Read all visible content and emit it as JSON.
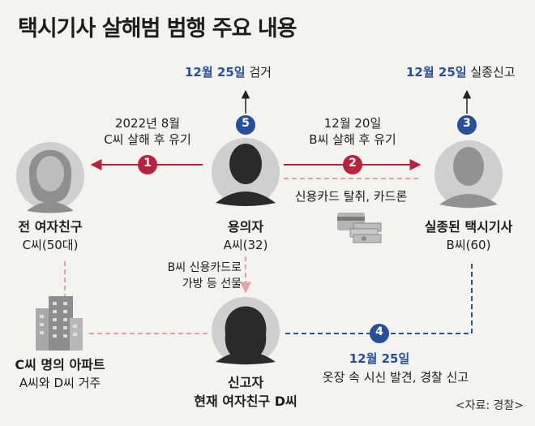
{
  "title": "택시기사 살해범 범행 주요 내용",
  "colors": {
    "red": "#b7223c",
    "blue": "#274f9c",
    "pink": "#e8a1a6",
    "dark": "#222222",
    "grey": "#c8c8c8"
  },
  "people": {
    "exgf": {
      "line1": "전 여자친구",
      "line2": "C씨(50대)"
    },
    "suspect": {
      "line1": "용의자",
      "line2": "A씨(32)"
    },
    "driver": {
      "line1": "실종된 택시기사",
      "line2": "B씨(60)"
    },
    "reporter": {
      "line1": "신고자",
      "line2": "현재 여자친구 D씨"
    }
  },
  "apartment": {
    "line1": "C씨 명의 아파트",
    "line2": "A씨와 D씨 거주"
  },
  "events": {
    "e1": {
      "num": "1",
      "date": "2022년 8월",
      "desc": "C씨 살해 후 유기"
    },
    "e2": {
      "num": "2",
      "date": "12월 20일",
      "desc": "B씨 살해 후 유기",
      "extra": "신용카드 탈취, 카드론"
    },
    "e3": {
      "num": "3",
      "date": "12월 25일",
      "desc": "실종신고"
    },
    "e4": {
      "num": "4",
      "date": "12월 25일",
      "desc": "옷장 속 시신 발견, 경찰 신고"
    },
    "e5": {
      "num": "5",
      "date": "12월 25일",
      "desc": "검거"
    }
  },
  "gift": {
    "line1": "B씨 신용카드로",
    "line2": "가방 등 선물"
  },
  "source": "<자료: 경찰>"
}
